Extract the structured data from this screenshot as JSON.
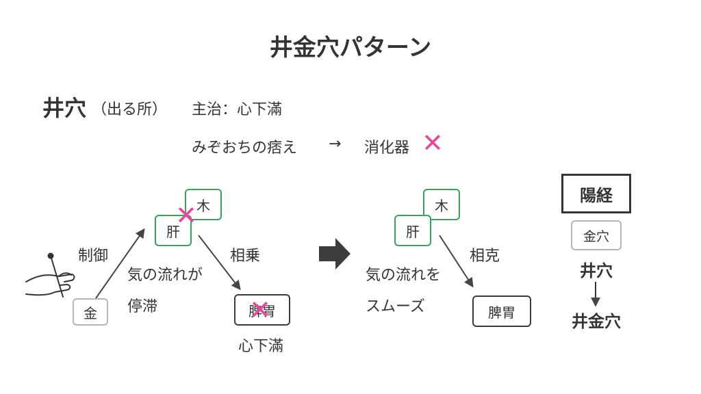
{
  "title": "井金穴パターン",
  "header": {
    "heading": "井穴",
    "heading_note": "（出る所）",
    "indication": "主治：心下滿",
    "line2_text": "みぞおちの痞え",
    "line2_arrow": "→",
    "line2_result": "消化器",
    "cross_mark": "✕"
  },
  "left_diagram": {
    "node_wood": "木",
    "node_liver": "肝",
    "node_metal": "金",
    "node_spleen_stomach": "脾胃",
    "label_control": "制御",
    "label_flow_1": "気の流れが",
    "label_flow_2": "停滞",
    "label_overact": "相乗",
    "label_below": "心下滿"
  },
  "right_diagram": {
    "node_wood": "木",
    "node_liver": "肝",
    "node_spleen_stomach": "脾胃",
    "label_flow_1": "気の流れを",
    "label_flow_2": "スムーズ",
    "label_restrain": "相克"
  },
  "side_panel": {
    "meridian": "陽経",
    "point_box": "金穴",
    "from_point": "井穴",
    "down_arrow": "↓",
    "to_point": "井金穴"
  },
  "colors": {
    "green_border": "#2ea85a",
    "cross_pink": "#e8489a",
    "gray_border": "#b5b5b5",
    "dark_border": "#3a3a3a",
    "text": "#333333"
  },
  "icons": {
    "needle_hand": "hand-holding-needle-icon",
    "transition_arrow": "right-arrow-icon"
  }
}
